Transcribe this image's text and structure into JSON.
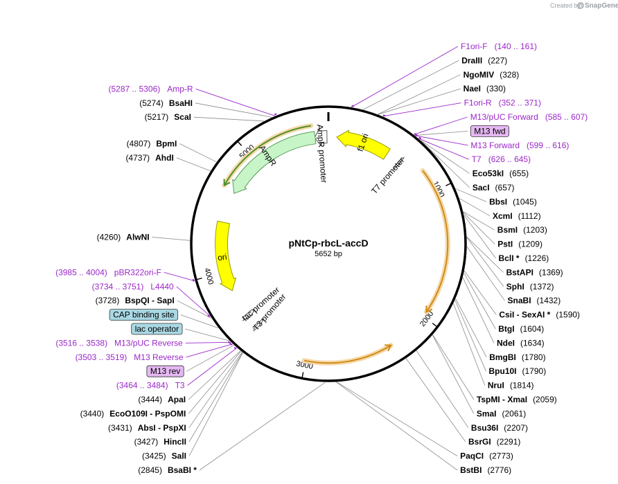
{
  "header": {
    "credit": "Created by",
    "brand": "SnapGene"
  },
  "plasmid": {
    "name": "pNtCp-rbcL-accD",
    "size": "5652 bp",
    "length": 5652
  },
  "ticks": [
    {
      "pos": 1000,
      "label": "1000"
    },
    {
      "pos": 2000,
      "label": "2000"
    },
    {
      "pos": 3000,
      "label": "3000"
    },
    {
      "pos": 4000,
      "label": "4000"
    },
    {
      "pos": 5000,
      "label": "5000"
    }
  ],
  "sites": [
    {
      "name": "DraIII",
      "pos": 227,
      "coord": "(227)",
      "side": "right"
    },
    {
      "name": "NgoMIV",
      "pos": 328,
      "coord": "(328)",
      "side": "right"
    },
    {
      "name": "NaeI",
      "pos": 330,
      "coord": "(330)",
      "side": "right"
    },
    {
      "name": "Eco53kI",
      "pos": 655,
      "coord": "(655)",
      "side": "right"
    },
    {
      "name": "SacI",
      "pos": 657,
      "coord": "(657)",
      "side": "right"
    },
    {
      "name": "BbsI",
      "pos": 1045,
      "coord": "(1045)",
      "side": "right"
    },
    {
      "name": "XcmI",
      "pos": 1112,
      "coord": "(1112)",
      "side": "right"
    },
    {
      "name": "BsmI",
      "pos": 1203,
      "coord": "(1203)",
      "side": "right"
    },
    {
      "name": "PstI",
      "pos": 1209,
      "coord": "(1209)",
      "side": "right"
    },
    {
      "name": "BclI *",
      "pos": 1226,
      "coord": "(1226)",
      "side": "right"
    },
    {
      "name": "BstAPI",
      "pos": 1369,
      "coord": "(1369)",
      "side": "right"
    },
    {
      "name": "SphI",
      "pos": 1372,
      "coord": "(1372)",
      "side": "right"
    },
    {
      "name": "SnaBI",
      "pos": 1432,
      "coord": "(1432)",
      "side": "right"
    },
    {
      "name": "CsiI  -  SexAI *",
      "pos": 1590,
      "coord": "(1590)",
      "side": "right"
    },
    {
      "name": "BtgI",
      "pos": 1604,
      "coord": "(1604)",
      "side": "right"
    },
    {
      "name": "NdeI",
      "pos": 1634,
      "coord": "(1634)",
      "side": "right"
    },
    {
      "name": "BmgBI",
      "pos": 1780,
      "coord": "(1780)",
      "side": "right"
    },
    {
      "name": "Bpu10I",
      "pos": 1790,
      "coord": "(1790)",
      "side": "right"
    },
    {
      "name": "NruI",
      "pos": 1814,
      "coord": "(1814)",
      "side": "right"
    },
    {
      "name": "TspMI  -  XmaI",
      "pos": 2059,
      "coord": "(2059)",
      "side": "right"
    },
    {
      "name": "SmaI",
      "pos": 2061,
      "coord": "(2061)",
      "side": "right"
    },
    {
      "name": "Bsu36I",
      "pos": 2207,
      "coord": "(2207)",
      "side": "right"
    },
    {
      "name": "BsrGI",
      "pos": 2291,
      "coord": "(2291)",
      "side": "right"
    },
    {
      "name": "PaqCI",
      "pos": 2773,
      "coord": "(2773)",
      "side": "right"
    },
    {
      "name": "BstBI",
      "pos": 2776,
      "coord": "(2776)",
      "side": "right"
    },
    {
      "name": "BsaBI *",
      "pos": 2845,
      "coord": "(2845)",
      "side": "left"
    },
    {
      "name": "SalI",
      "pos": 3425,
      "coord": "(3425)",
      "side": "left"
    },
    {
      "name": "HincII",
      "pos": 3427,
      "coord": "(3427)",
      "side": "left"
    },
    {
      "name": "AbsI  -  PspXI",
      "pos": 3431,
      "coord": "(3431)",
      "side": "left"
    },
    {
      "name": "EcoO109I  -  PspOMI",
      "pos": 3440,
      "coord": "(3440)",
      "side": "left"
    },
    {
      "name": "ApaI",
      "pos": 3444,
      "coord": "(3444)",
      "side": "left"
    },
    {
      "name": "BspQI  -  SapI",
      "pos": 3728,
      "coord": "(3728)",
      "side": "left"
    },
    {
      "name": "AlwNI",
      "pos": 4260,
      "coord": "(4260)",
      "side": "left"
    },
    {
      "name": "AhdI",
      "pos": 4737,
      "coord": "(4737)",
      "side": "left"
    },
    {
      "name": "BpmI",
      "pos": 4807,
      "coord": "(4807)",
      "side": "left"
    },
    {
      "name": "ScaI",
      "pos": 5217,
      "coord": "(5217)",
      "side": "left"
    },
    {
      "name": "BsaHI",
      "pos": 5274,
      "coord": "(5274)",
      "side": "left"
    }
  ],
  "primers": [
    {
      "name": "F1ori-F",
      "range": "(140 .. 161)",
      "pos": 150,
      "side": "right"
    },
    {
      "name": "F1ori-R",
      "range": "(352 .. 371)",
      "pos": 362,
      "side": "right"
    },
    {
      "name": "M13/pUC Forward",
      "range": "(585 .. 607)",
      "pos": 596,
      "side": "right"
    },
    {
      "name": "M13 Forward",
      "range": "(599 .. 616)",
      "pos": 607,
      "side": "right"
    },
    {
      "name": "T7",
      "range": "(626 .. 645)",
      "pos": 635,
      "side": "right"
    },
    {
      "name": "T3",
      "range": "(3464 .. 3484)",
      "pos": 3474,
      "side": "left"
    },
    {
      "name": "M13 Reverse",
      "range": "(3503 .. 3519)",
      "pos": 3511,
      "side": "left"
    },
    {
      "name": "M13/pUC Reverse",
      "range": "(3516 .. 3538)",
      "pos": 3527,
      "side": "left"
    },
    {
      "name": "L4440",
      "range": "(3734 .. 3751)",
      "pos": 3742,
      "side": "left"
    },
    {
      "name": "pBR322ori-F",
      "range": "(3985 .. 4004)",
      "pos": 3994,
      "side": "left"
    },
    {
      "name": "Amp-R",
      "range": "(5287 .. 5306)",
      "pos": 5296,
      "side": "left"
    }
  ],
  "boxed_features": [
    {
      "name": "M13 fwd",
      "pos": 605,
      "color": "#e5b8f2"
    },
    {
      "name": "CAP binding site",
      "pos": 3650,
      "color": "#a9d8e4"
    },
    {
      "name": "lac operator",
      "pos": 3540,
      "color": "#a9d8e4"
    },
    {
      "name": "M13 rev",
      "pos": 3500,
      "color": "#e5b8f2"
    }
  ],
  "features": [
    {
      "name": "f1 ori",
      "start": 70,
      "end": 520,
      "radius": 0.78,
      "color": "#ffff00",
      "stroke": "#9a9a00",
      "direction": "reverse"
    },
    {
      "name": "AmpR promoter",
      "start": 5535,
      "end": 5640,
      "radius": 0.78,
      "color": "#ffffff",
      "stroke": "#555555",
      "direction": "reverse"
    },
    {
      "name": "AmpR",
      "start": 4680,
      "end": 5540,
      "radius": 0.78,
      "color": "#c8f5c8",
      "stroke": "#5a9a5a",
      "direction": "reverse"
    },
    {
      "name": "ori",
      "start": 3830,
      "end": 4420,
      "radius": 0.78,
      "color": "#ffff00",
      "stroke": "#9a9a00",
      "direction": "reverse"
    },
    {
      "name": "lac promoter",
      "start": 3565,
      "end": 3600,
      "radius": 0.78,
      "color": "#ffffff",
      "stroke": "#555555",
      "direction": "reverse"
    },
    {
      "name": "T7 promoter",
      "start": 636,
      "end": 655,
      "radius": 0.78,
      "color": "#ffffff",
      "stroke": "#555555",
      "direction": "forward"
    },
    {
      "name": "T3 promoter",
      "start": 3455,
      "end": 3475,
      "radius": 0.78,
      "color": "#ffffff",
      "stroke": "#555555",
      "direction": "reverse"
    }
  ],
  "orfs": [
    {
      "start": 4700,
      "end": 5520,
      "radius": 0.87,
      "color": "#4f8f2a",
      "direction": "reverse"
    },
    {
      "start": 820,
      "end": 1960,
      "radius": 0.87,
      "color": "#d08a1a",
      "direction": "forward"
    },
    {
      "start": 2330,
      "end": 3010,
      "radius": 0.87,
      "color": "#d08a1a",
      "direction": "reverse"
    }
  ],
  "colors": {
    "backbone": "#000000",
    "primer": "#9b27c9",
    "leader": "#8a8a8a"
  }
}
